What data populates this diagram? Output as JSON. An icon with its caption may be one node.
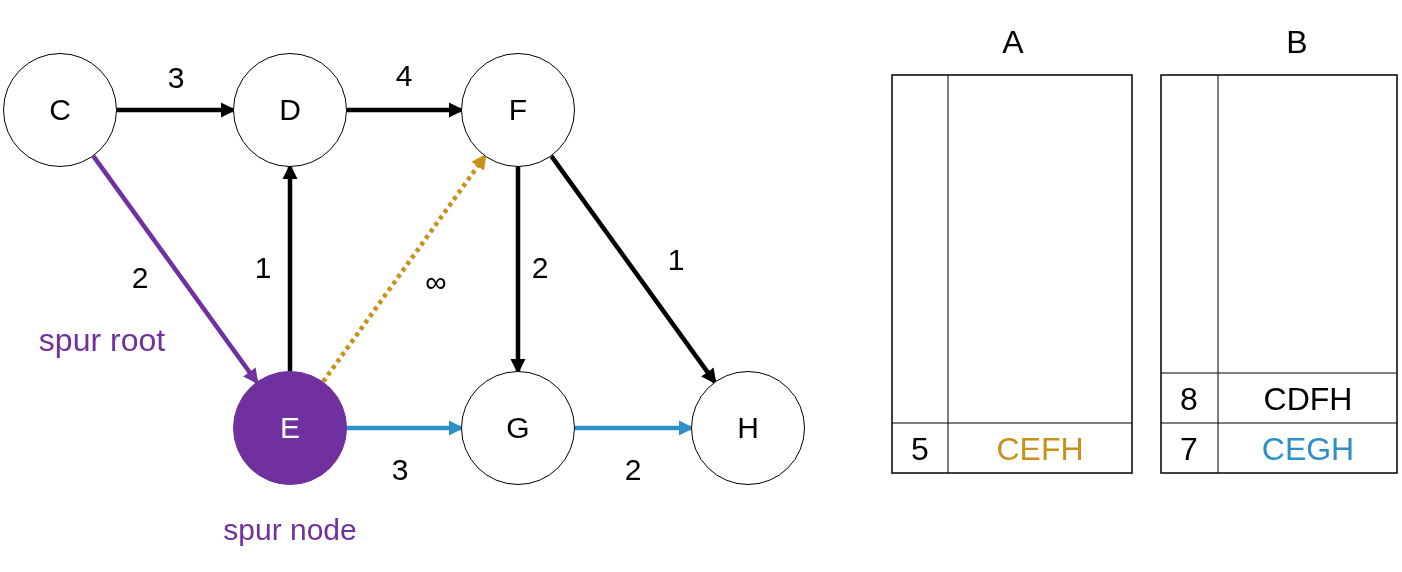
{
  "diagram": {
    "nodes": [
      {
        "text": [
          "C"
        ]
      },
      {
        "text": [
          "D"
        ]
      },
      {
        "text": [
          "F"
        ]
      },
      {
        "text": [
          "E"
        ],
        "beside": [
          "spur node"
        ]
      },
      {
        "text": [
          "G"
        ]
      },
      {
        "text": [
          "H"
        ]
      }
    ],
    "edges": [
      {
        "from": 0,
        "to": 1,
        "arrow": "to",
        "label": "3"
      },
      {
        "from": 1,
        "to": 2,
        "arrow": "to",
        "label": "4"
      },
      {
        "from": 0,
        "to": 3,
        "arrow": "to",
        "label": "2",
        "color": "#7030a0"
      },
      {
        "from": 3,
        "to": 1,
        "arrow": "to",
        "label": "1"
      },
      {
        "from": 3,
        "to": 2,
        "arrow": "to",
        "label": "∞",
        "style": "dashed",
        "color": "#c8911a"
      },
      {
        "from": 2,
        "to": 4,
        "arrow": "to",
        "label": "2"
      },
      {
        "from": 2,
        "to": 5,
        "arrow": "to",
        "label": "1"
      },
      {
        "from": 3,
        "to": 4,
        "arrow": "to",
        "label": "3",
        "color": "#2e90c8"
      },
      {
        "from": 4,
        "to": 5,
        "arrow": "to",
        "label": "2",
        "color": "#2e90c8"
      }
    ],
    "labels": [
      "spur root",
      "A",
      "B",
      "5",
      "CEFH",
      "8",
      "CDFH",
      "7",
      "CEGH"
    ]
  }
}
